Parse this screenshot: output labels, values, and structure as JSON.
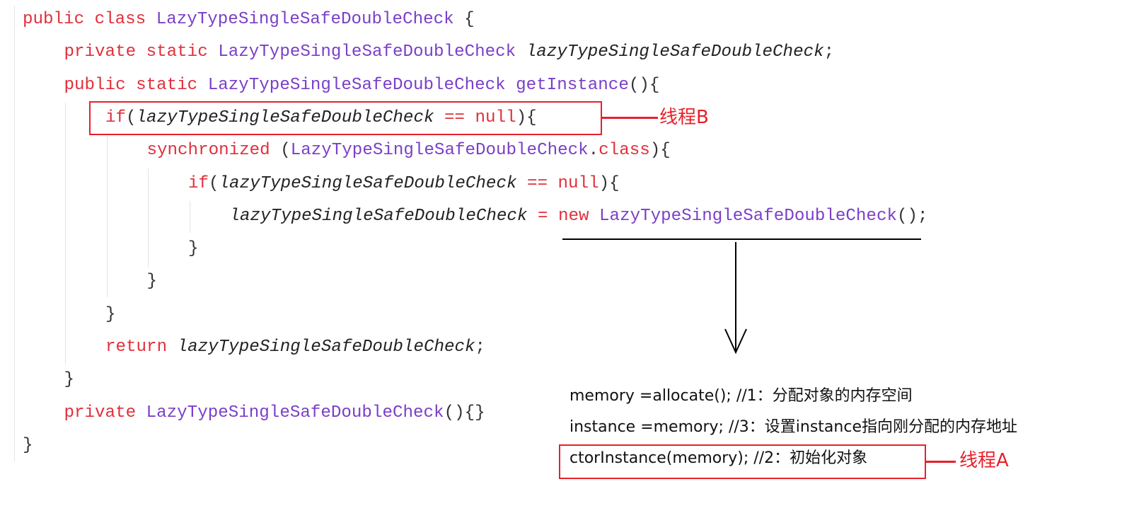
{
  "code": [
    {
      "indent": 0,
      "tokens": [
        {
          "t": "public class ",
          "c": "kw"
        },
        {
          "t": "LazyTypeSingleSafeDoubleCheck",
          "c": "ty"
        },
        {
          "t": " {",
          "c": "pl"
        }
      ]
    },
    {
      "indent": 1,
      "tokens": [
        {
          "t": "private static ",
          "c": "kw"
        },
        {
          "t": "LazyTypeSingleSafeDoubleCheck",
          "c": "ty"
        },
        {
          "t": " ",
          "c": "pl"
        },
        {
          "t": "lazyTypeSingleSafeDoubleCheck",
          "c": "va"
        },
        {
          "t": ";",
          "c": "pl"
        }
      ]
    },
    {
      "indent": 1,
      "tokens": [
        {
          "t": "public static ",
          "c": "kw"
        },
        {
          "t": "LazyTypeSingleSafeDoubleCheck",
          "c": "ty"
        },
        {
          "t": " getInstance",
          "c": "ty"
        },
        {
          "t": "(){",
          "c": "pl"
        }
      ]
    },
    {
      "indent": 2,
      "tokens": [
        {
          "t": "if",
          "c": "kw"
        },
        {
          "t": "(",
          "c": "pl"
        },
        {
          "t": "lazyTypeSingleSafeDoubleCheck",
          "c": "va"
        },
        {
          "t": " == null",
          "c": "kw"
        },
        {
          "t": "){",
          "c": "pl"
        }
      ]
    },
    {
      "indent": 3,
      "tokens": [
        {
          "t": "synchronized ",
          "c": "kw"
        },
        {
          "t": "(",
          "c": "pl"
        },
        {
          "t": "LazyTypeSingleSafeDoubleCheck",
          "c": "ty"
        },
        {
          "t": ".",
          "c": "pl"
        },
        {
          "t": "class",
          "c": "kw"
        },
        {
          "t": "){",
          "c": "pl"
        }
      ]
    },
    {
      "indent": 4,
      "tokens": [
        {
          "t": "if",
          "c": "kw"
        },
        {
          "t": "(",
          "c": "pl"
        },
        {
          "t": "lazyTypeSingleSafeDoubleCheck",
          "c": "va"
        },
        {
          "t": " == null",
          "c": "kw"
        },
        {
          "t": "){",
          "c": "pl"
        }
      ]
    },
    {
      "indent": 5,
      "tokens": [
        {
          "t": "lazyTypeSingleSafeDoubleCheck",
          "c": "va"
        },
        {
          "t": " = ",
          "c": "kw"
        },
        {
          "t": "new ",
          "c": "kw"
        },
        {
          "t": "LazyTypeSingleSafeDoubleCheck",
          "c": "ty"
        },
        {
          "t": "();",
          "c": "pl"
        }
      ]
    },
    {
      "indent": 4,
      "tokens": [
        {
          "t": "}",
          "c": "pl"
        }
      ]
    },
    {
      "indent": 3,
      "tokens": [
        {
          "t": "}",
          "c": "pl"
        }
      ]
    },
    {
      "indent": 2,
      "tokens": [
        {
          "t": "}",
          "c": "pl"
        }
      ]
    },
    {
      "indent": 2,
      "tokens": [
        {
          "t": "return ",
          "c": "kw"
        },
        {
          "t": "lazyTypeSingleSafeDoubleCheck",
          "c": "va"
        },
        {
          "t": ";",
          "c": "pl"
        }
      ]
    },
    {
      "indent": 1,
      "tokens": [
        {
          "t": "}",
          "c": "pl"
        }
      ]
    },
    {
      "indent": 1,
      "tokens": [
        {
          "t": "private ",
          "c": "kw"
        },
        {
          "t": "LazyTypeSingleSafeDoubleCheck",
          "c": "ty"
        },
        {
          "t": "(){}",
          "c": "pl"
        }
      ]
    },
    {
      "indent": 0,
      "tokens": [
        {
          "t": "}",
          "c": "pl"
        }
      ]
    }
  ],
  "annotations": {
    "thread_b": "线程B",
    "thread_a": "线程A",
    "steps": [
      "memory =allocate(); //1：分配对象的内存空间",
      "instance =memory; //3：设置instance指向刚分配的内存地址",
      "ctorInstance(memory); //2：初始化对象"
    ]
  },
  "colors": {
    "keyword": "#e0303c",
    "type": "#7a3fc8",
    "highlight": "#e8202a"
  }
}
